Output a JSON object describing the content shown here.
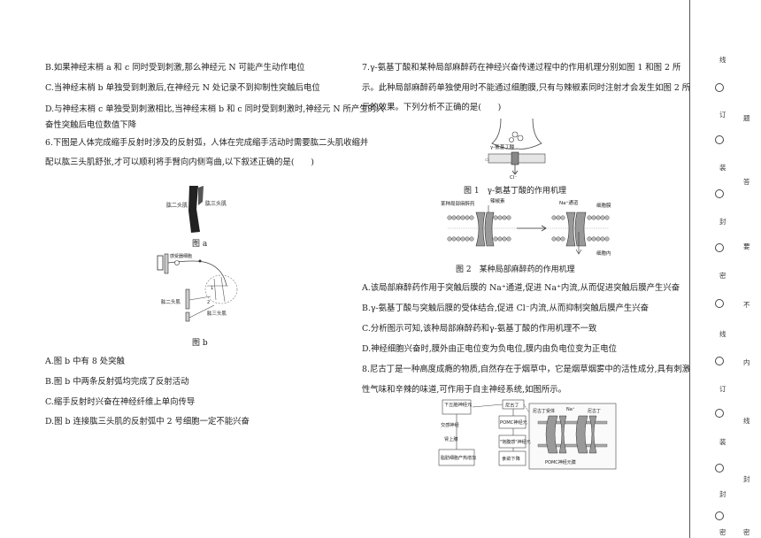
{
  "left": {
    "q5_options": {
      "b": "B.如果神经末梢 a 和 c 同时受到刺激,那么神经元 N 可能产生动作电位",
      "c": "C.当神经末梢 b 单独受到刺激后,在神经元 N 处记录不到抑制性突触后电位",
      "d1": "D.与神经末梢 c 单独受到刺激相比,当神经末梢 b 和 c 同时受到刺激时,神经元 N 所产生的兴",
      "d2": "奋性突触后电位数值下降"
    },
    "q6": {
      "stem1": "6.下图是人体完成缩手反射时涉及的反射弧，人体在完成缩手活动时需要肱二头肌收缩并",
      "stem2": "配以肱三头肌舒张,才可以顺利将手臂向内侧弯曲,以下叙述正确的是(　　)",
      "fig_a_label_biceps": "肱二头肌",
      "fig_a_label_triceps": "肱三头肌",
      "fig_a_caption": "图 a",
      "fig_b_label_receptor": "感受器细胞",
      "fig_b_label_biceps": "肱二头肌",
      "fig_b_label_triceps": "肱三头肌",
      "fig_b_num1": "1",
      "fig_b_num2": "2",
      "fig_b_caption": "图 b",
      "a": "A.图 b 中有 8 处突触",
      "b": "B.图 b 中两条反射弧均完成了反射活动",
      "c": "C.缩手反射时兴奋在神经纤维上单向传导",
      "d": "D.图 b 连接肱三头肌的反射弧中 2 号细胞一定不能兴奋"
    }
  },
  "right": {
    "q7": {
      "stem1": "7.γ-氨基丁酸和某种局部麻醉药在神经兴奋传递过程中的作用机理分别如图 1 和图 2 所",
      "stem2": "示。此种局部麻醉药单独使用时不能通过细胞膜,只有与辣椒素同时注射才会发生如图 2 所",
      "stem3": "示的效果。下列分析不正确的是(　　)",
      "fig1_label": "γ-氨基丁酸",
      "fig1_cl": "Cl⁻",
      "fig1_caption": "图 1　γ-氨基丁酸的作用机理",
      "fig2_label_drug": "某种局部麻醉药",
      "fig2_label_capsaicin": "辣椒素",
      "fig2_label_na": "Na⁺通道",
      "fig2_label_membrane": "细胞膜",
      "fig2_label_inside": "细胞内",
      "fig2_caption": "图 2　某种局部麻醉药的作用机理",
      "a": "A.该局部麻醉药作用于突触后膜的 Na⁺通道,促进 Na⁺内流,从而促进突触后膜产生兴奋",
      "b": "B.γ-氨基丁酸与突触后膜的受体结合,促进 Cl⁻内流,从而抑制突触后膜产生兴奋",
      "c": "C.分析图示可知,该种局部麻醉药和γ-氨基丁酸的作用机理不一致",
      "d": "D.神经细胞兴奋时,膜外由正电位变为负电位,膜内由负电位变为正电位"
    },
    "q8": {
      "stem1": "8.尼古丁是一种高度成瘾的物质,自然存在于烟草中，它是烟草烟雾中的活性成分,具有刺激",
      "stem2": "性气味和辛辣的味道,可作用于自主神经系统,如图所示。",
      "f_hypo": "下丘脑神经元",
      "f_nicotine": "尼古丁",
      "f_symp": "交感神经",
      "f_pomc": "POMC神经元",
      "f_adrenal": "肾上腺",
      "f_satiety": "\"饱腹感\"神经元",
      "f_fat": "脂肪细胞产热增加",
      "f_appetite": "食欲下降",
      "f_receptor": "尼古丁受体",
      "f_na": "Na⁺",
      "f_nicotine2": "尼古丁",
      "f_pomc_membrane": "POMC神经元膜"
    }
  },
  "binding": {
    "strip1": [
      "线",
      "订",
      "装",
      "封",
      "密",
      "线",
      "订",
      "装",
      "封",
      "密"
    ],
    "strip2": [
      "题",
      "答",
      "要",
      "不",
      "内",
      "线",
      "封",
      "密"
    ]
  }
}
